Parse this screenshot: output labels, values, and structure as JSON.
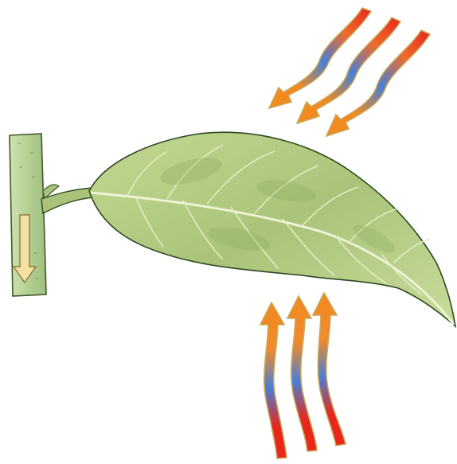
{
  "figure": {
    "elements": [
      {
        "kind": "stem",
        "icon": "plant-stem-icon",
        "flow_arrow": "downward-arrow-icon"
      },
      {
        "kind": "leaf",
        "icon": "leaf-icon"
      },
      {
        "kind": "incoming-arrows",
        "icon": "wavy-arrow-icon",
        "count": 3,
        "direction": "down-left"
      },
      {
        "kind": "rising-arrows",
        "icon": "wavy-arrow-icon",
        "count": 3,
        "direction": "up"
      }
    ],
    "colors": {
      "background": "#ffffff",
      "stem": "#b9d49a",
      "stem_outline": "#3d5a2a",
      "leaf_fill": "#a9c47a",
      "leaf_light": "#cfe0a4",
      "leaf_vein": "#eef3d6",
      "leaf_outline": "#2e4a22",
      "arrow_hot": "#e8261c",
      "arrow_warm": "#f28a1e",
      "arrow_cool": "#4a7fd6",
      "arrow_outline": "#c8a85a",
      "flow_arrow": "#f3e2a2"
    }
  }
}
